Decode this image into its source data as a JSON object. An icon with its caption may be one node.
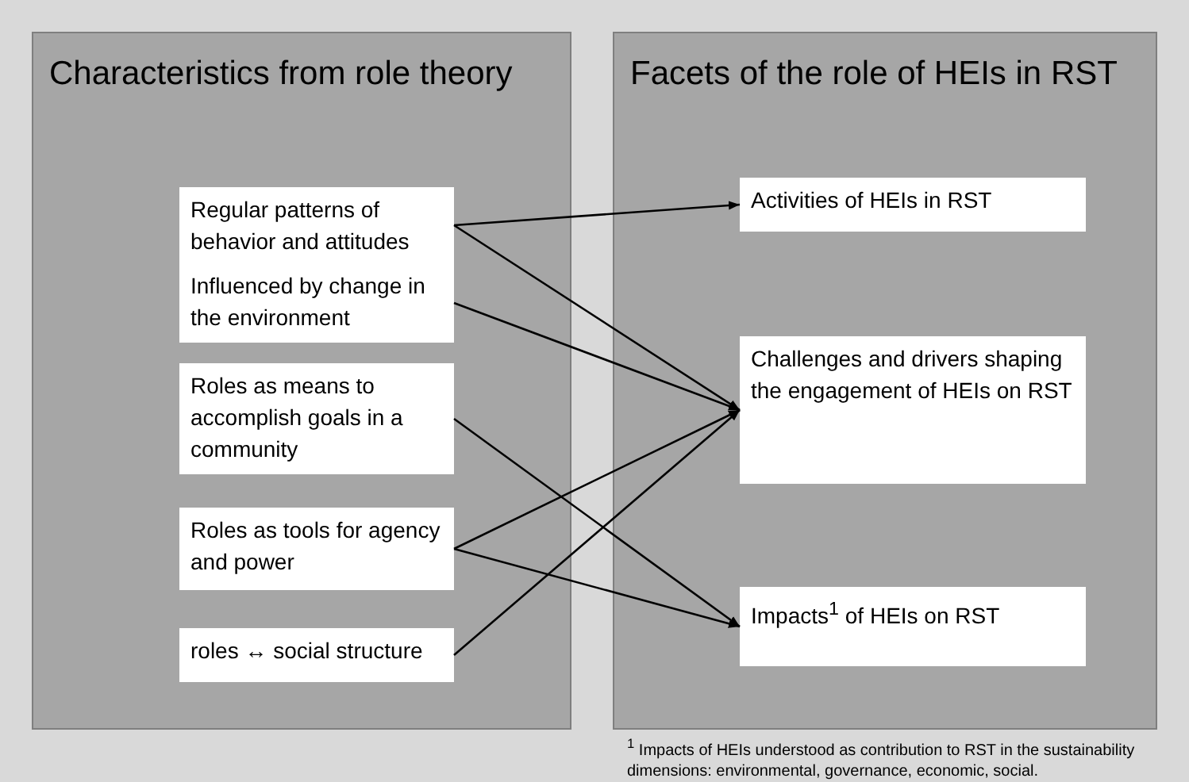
{
  "diagram": {
    "nodes": [
      {
        "text": [
          "Characteristics from role theory"
        ]
      },
      {
        "text": [
          "Facets of the role of HEIs in RST"
        ]
      },
      {
        "text": [
          "Regular patterns of behavior and attitudes"
        ],
        "in": 0
      },
      {
        "text": [
          "Influenced by change in the environment"
        ],
        "in": 0
      },
      {
        "text": [
          "Roles as means to accomplish goals in a community"
        ],
        "in": 0
      },
      {
        "text": [
          "Roles as tools for agency and power"
        ],
        "in": 0
      },
      {
        "text": [
          "roles ↔ social structure"
        ],
        "in": 0
      },
      {
        "text": [
          "Activities of HEIs in RST"
        ],
        "in": 1
      },
      {
        "text": [
          "Challenges and drivers shaping the engagement of HEIs on RST"
        ],
        "in": 1
      },
      {
        "text": [
          "Impacts$^{1}$ of HEIs on RST"
        ],
        "in": 1
      }
    ],
    "edges": [
      {
        "from": 2,
        "to": 7,
        "arrow": "to"
      },
      {
        "from": 2,
        "to": 8,
        "arrow": "to"
      },
      {
        "from": 3,
        "to": 8,
        "arrow": "to"
      },
      {
        "from": 4,
        "to": 9,
        "arrow": "to"
      },
      {
        "from": 5,
        "to": 8,
        "arrow": "to"
      },
      {
        "from": 5,
        "to": 9,
        "arrow": "to"
      },
      {
        "from": 6,
        "to": 8,
        "arrow": "to"
      }
    ],
    "labels": [
      "$^{1}$ Impacts of HEIs understood as contribution to RST in the sustainability dimensions: environmental, governance, economic, social."
    ]
  }
}
